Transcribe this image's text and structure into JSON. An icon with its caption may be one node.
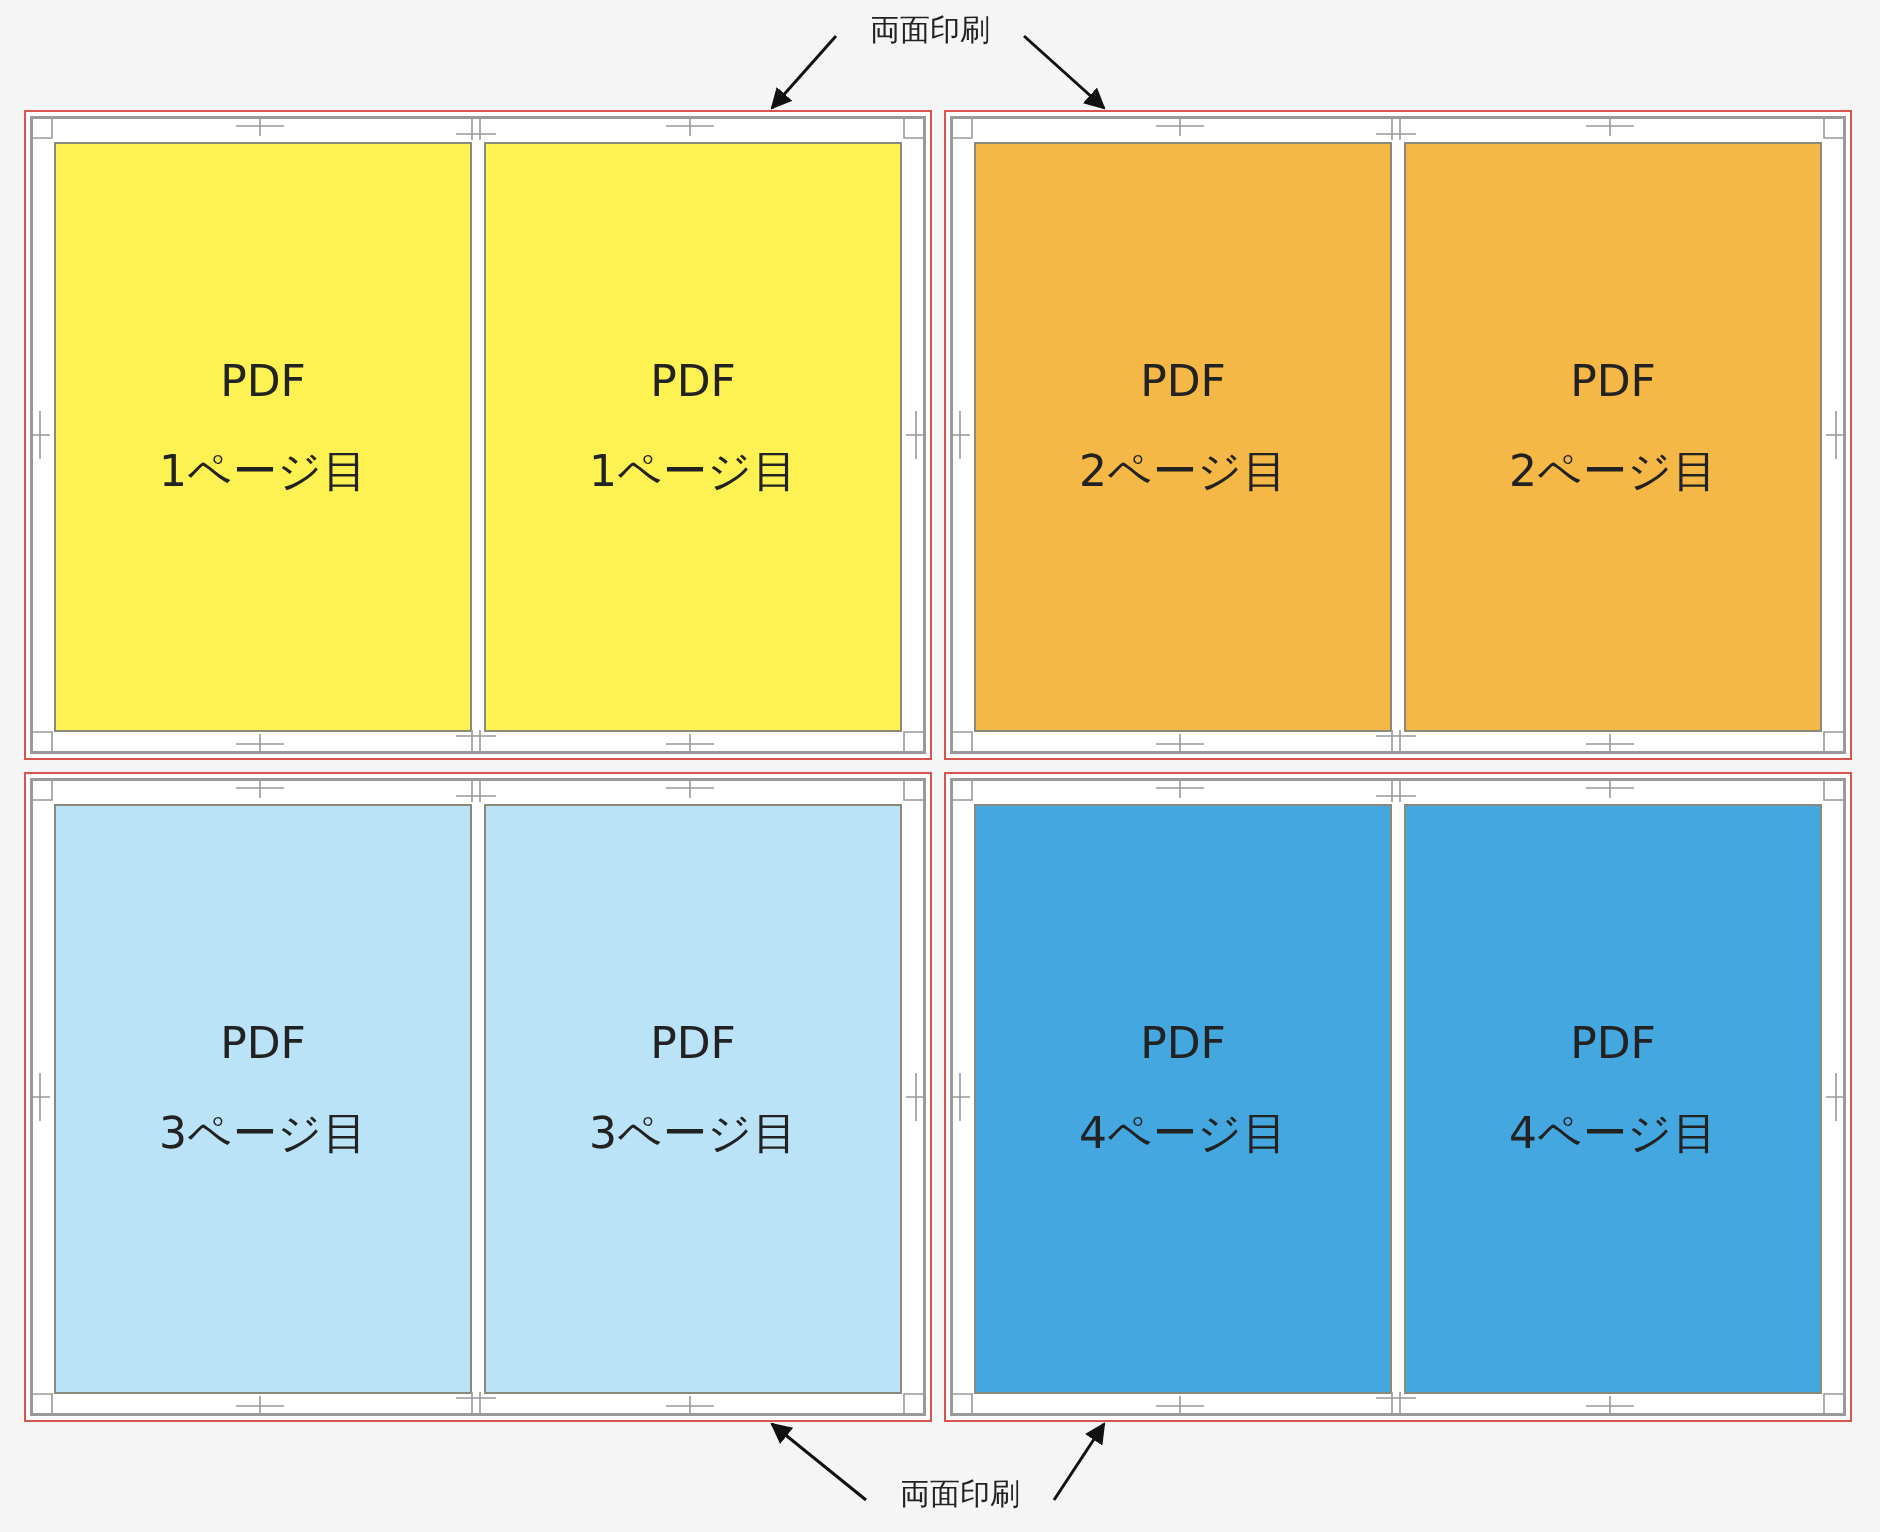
{
  "diagram": {
    "nodes": [
      {
        "text": [
          "両面印刷"
        ]
      },
      {
        "text": [],
        "shape": "box"
      },
      {
        "text": [
          "PDF",
          "1ページ目"
        ],
        "in": 1
      },
      {
        "text": [
          "PDF",
          "1ページ目"
        ],
        "in": 1
      },
      {
        "text": [],
        "shape": "box"
      },
      {
        "text": [
          "PDF",
          "2ページ目"
        ],
        "in": 4
      },
      {
        "text": [
          "PDF",
          "2ページ目"
        ],
        "in": 4
      },
      {
        "text": [],
        "shape": "box"
      },
      {
        "text": [
          "PDF",
          "3ページ目"
        ],
        "in": 7
      },
      {
        "text": [
          "PDF",
          "3ページ目"
        ],
        "in": 7
      },
      {
        "text": [],
        "shape": "box"
      },
      {
        "text": [
          "PDF",
          "4ページ目"
        ],
        "in": 10
      },
      {
        "text": [
          "PDF",
          "4ページ目"
        ],
        "in": 10
      },
      {
        "text": [
          "両面印刷"
        ]
      }
    ],
    "edges": [
      {
        "from": 0,
        "to": 1,
        "arrow": "to"
      },
      {
        "from": 0,
        "to": 4,
        "arrow": "to"
      },
      {
        "from": 13,
        "to": 7,
        "arrow": "to"
      },
      {
        "from": 13,
        "to": 10,
        "arrow": "to"
      }
    ]
  }
}
